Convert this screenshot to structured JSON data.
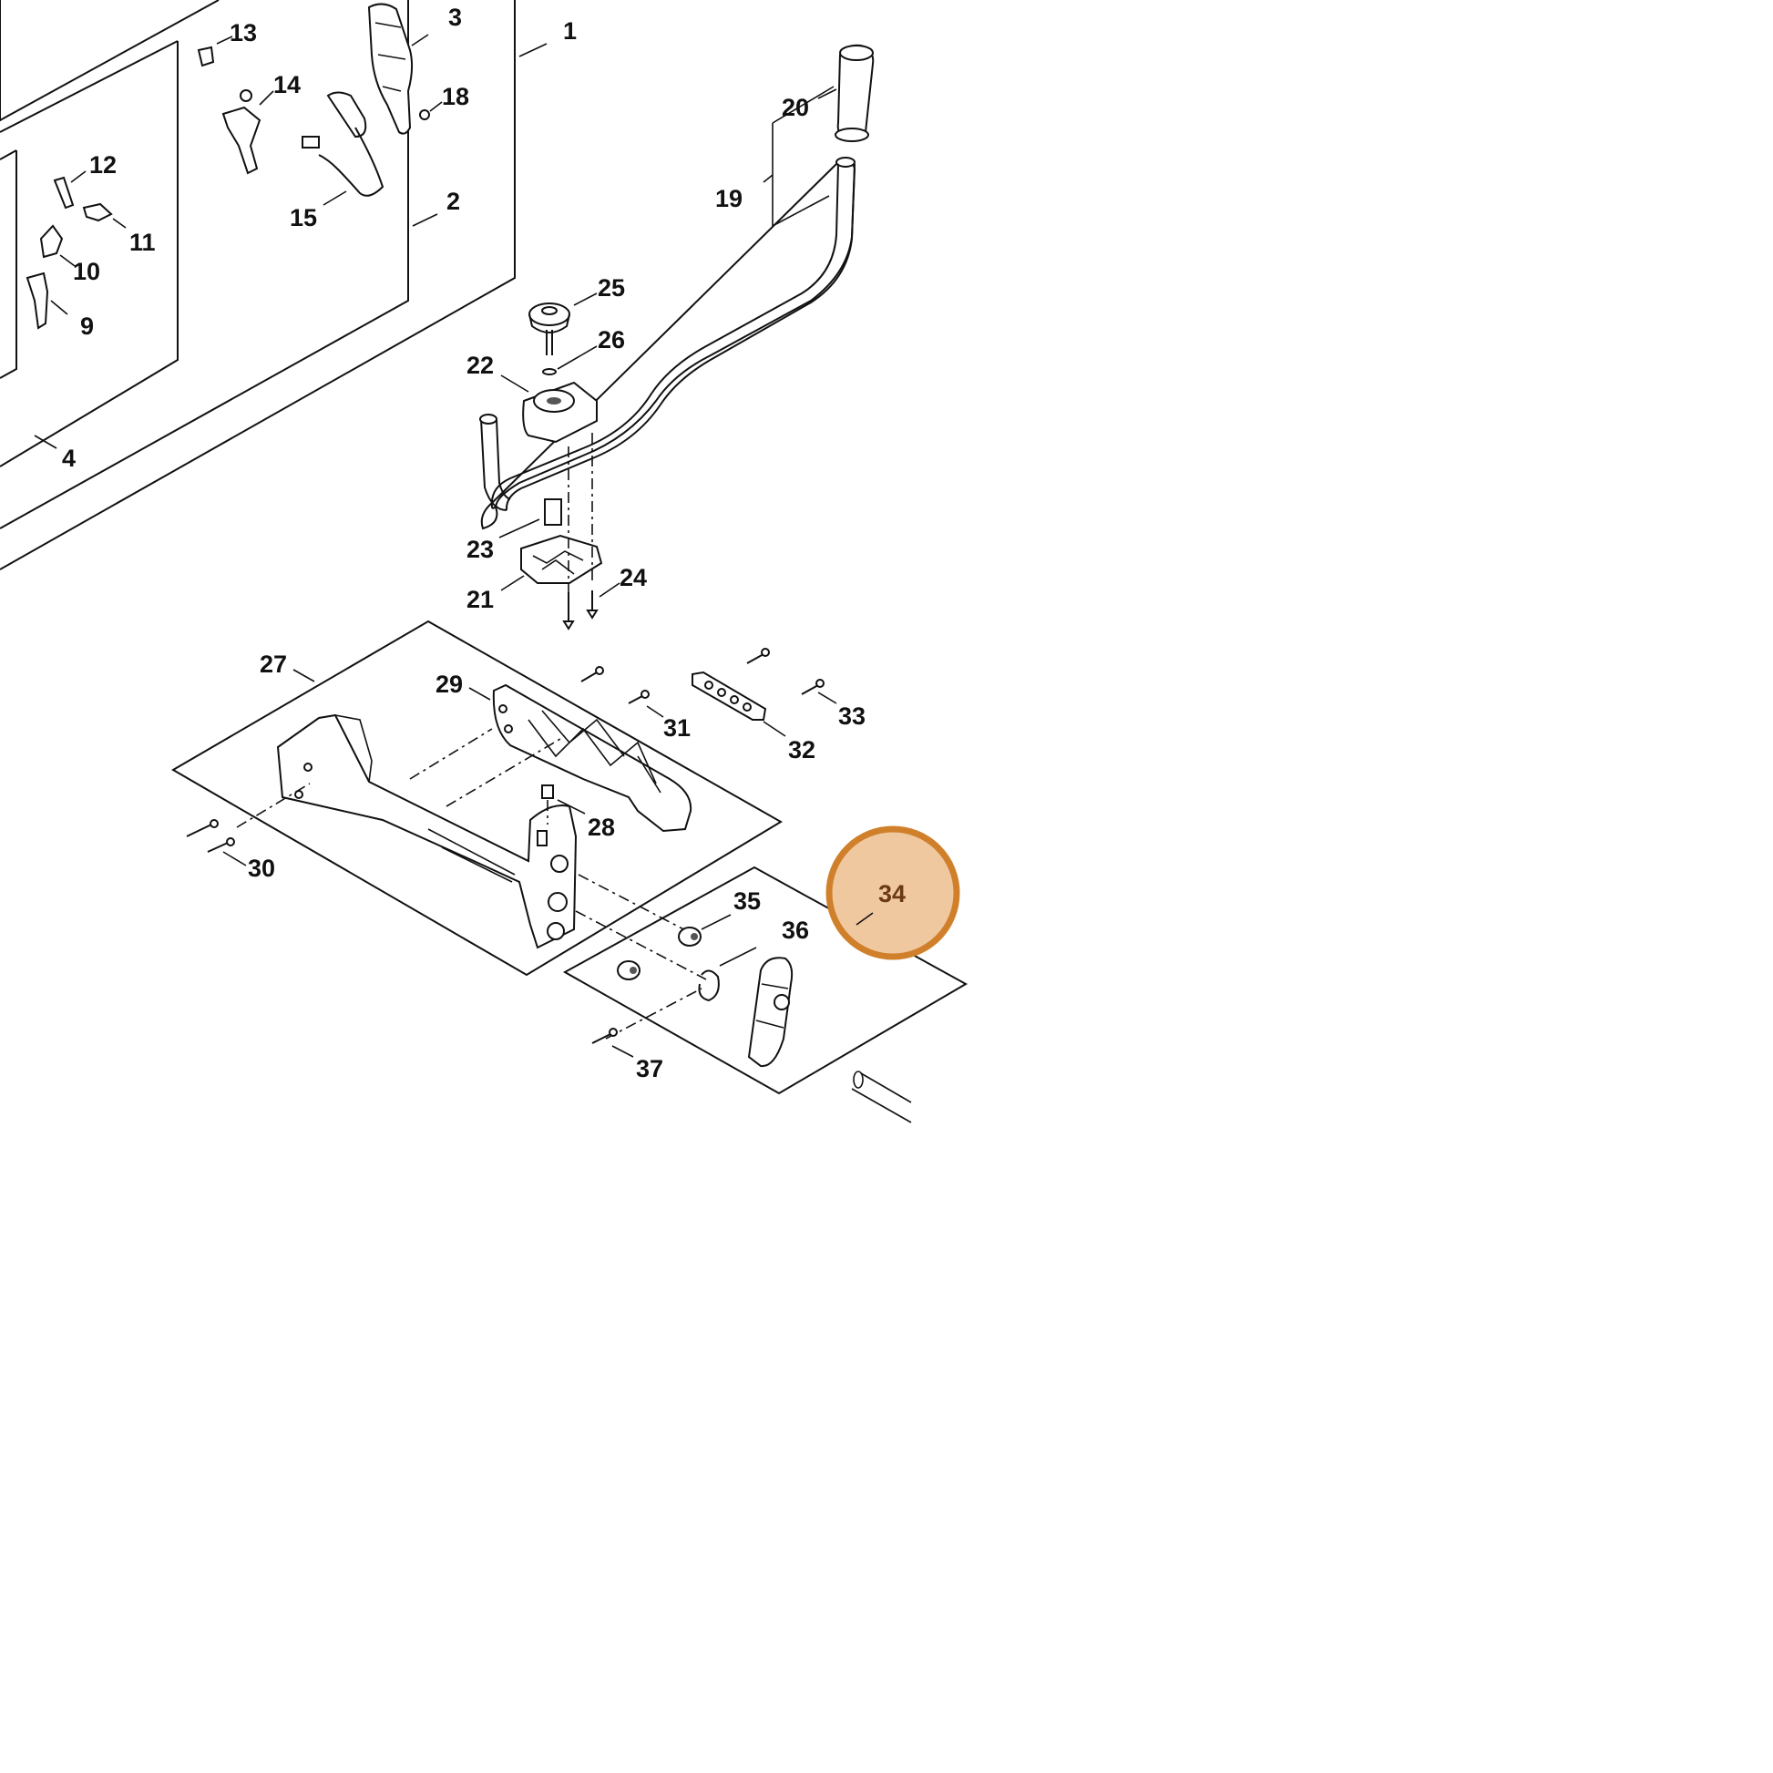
{
  "callouts": [
    {
      "id": "1",
      "text": "1"
    },
    {
      "id": "2",
      "text": "2"
    },
    {
      "id": "3",
      "text": "3"
    },
    {
      "id": "4",
      "text": "4"
    },
    {
      "id": "9",
      "text": "9"
    },
    {
      "id": "10",
      "text": "10"
    },
    {
      "id": "11",
      "text": "11"
    },
    {
      "id": "12",
      "text": "12"
    },
    {
      "id": "13",
      "text": "13"
    },
    {
      "id": "14",
      "text": "14"
    },
    {
      "id": "15",
      "text": "15"
    },
    {
      "id": "18",
      "text": "18"
    },
    {
      "id": "19",
      "text": "19"
    },
    {
      "id": "20",
      "text": "20"
    },
    {
      "id": "21",
      "text": "21"
    },
    {
      "id": "22",
      "text": "22"
    },
    {
      "id": "23",
      "text": "23"
    },
    {
      "id": "24",
      "text": "24"
    },
    {
      "id": "25",
      "text": "25"
    },
    {
      "id": "26",
      "text": "26"
    },
    {
      "id": "27",
      "text": "27"
    },
    {
      "id": "28",
      "text": "28"
    },
    {
      "id": "29",
      "text": "29"
    },
    {
      "id": "30",
      "text": "30"
    },
    {
      "id": "31",
      "text": "31"
    },
    {
      "id": "32",
      "text": "32"
    },
    {
      "id": "33",
      "text": "33"
    },
    {
      "id": "34",
      "text": "34"
    },
    {
      "id": "35",
      "text": "35"
    },
    {
      "id": "36",
      "text": "36"
    },
    {
      "id": "37",
      "text": "37"
    }
  ],
  "highlight": {
    "callout": "34",
    "fill": "#f0c8a0",
    "stroke": "#d0802a",
    "text_color": "#6b3a14"
  },
  "colors": {
    "line": "#111111",
    "background": "#ffffff"
  }
}
